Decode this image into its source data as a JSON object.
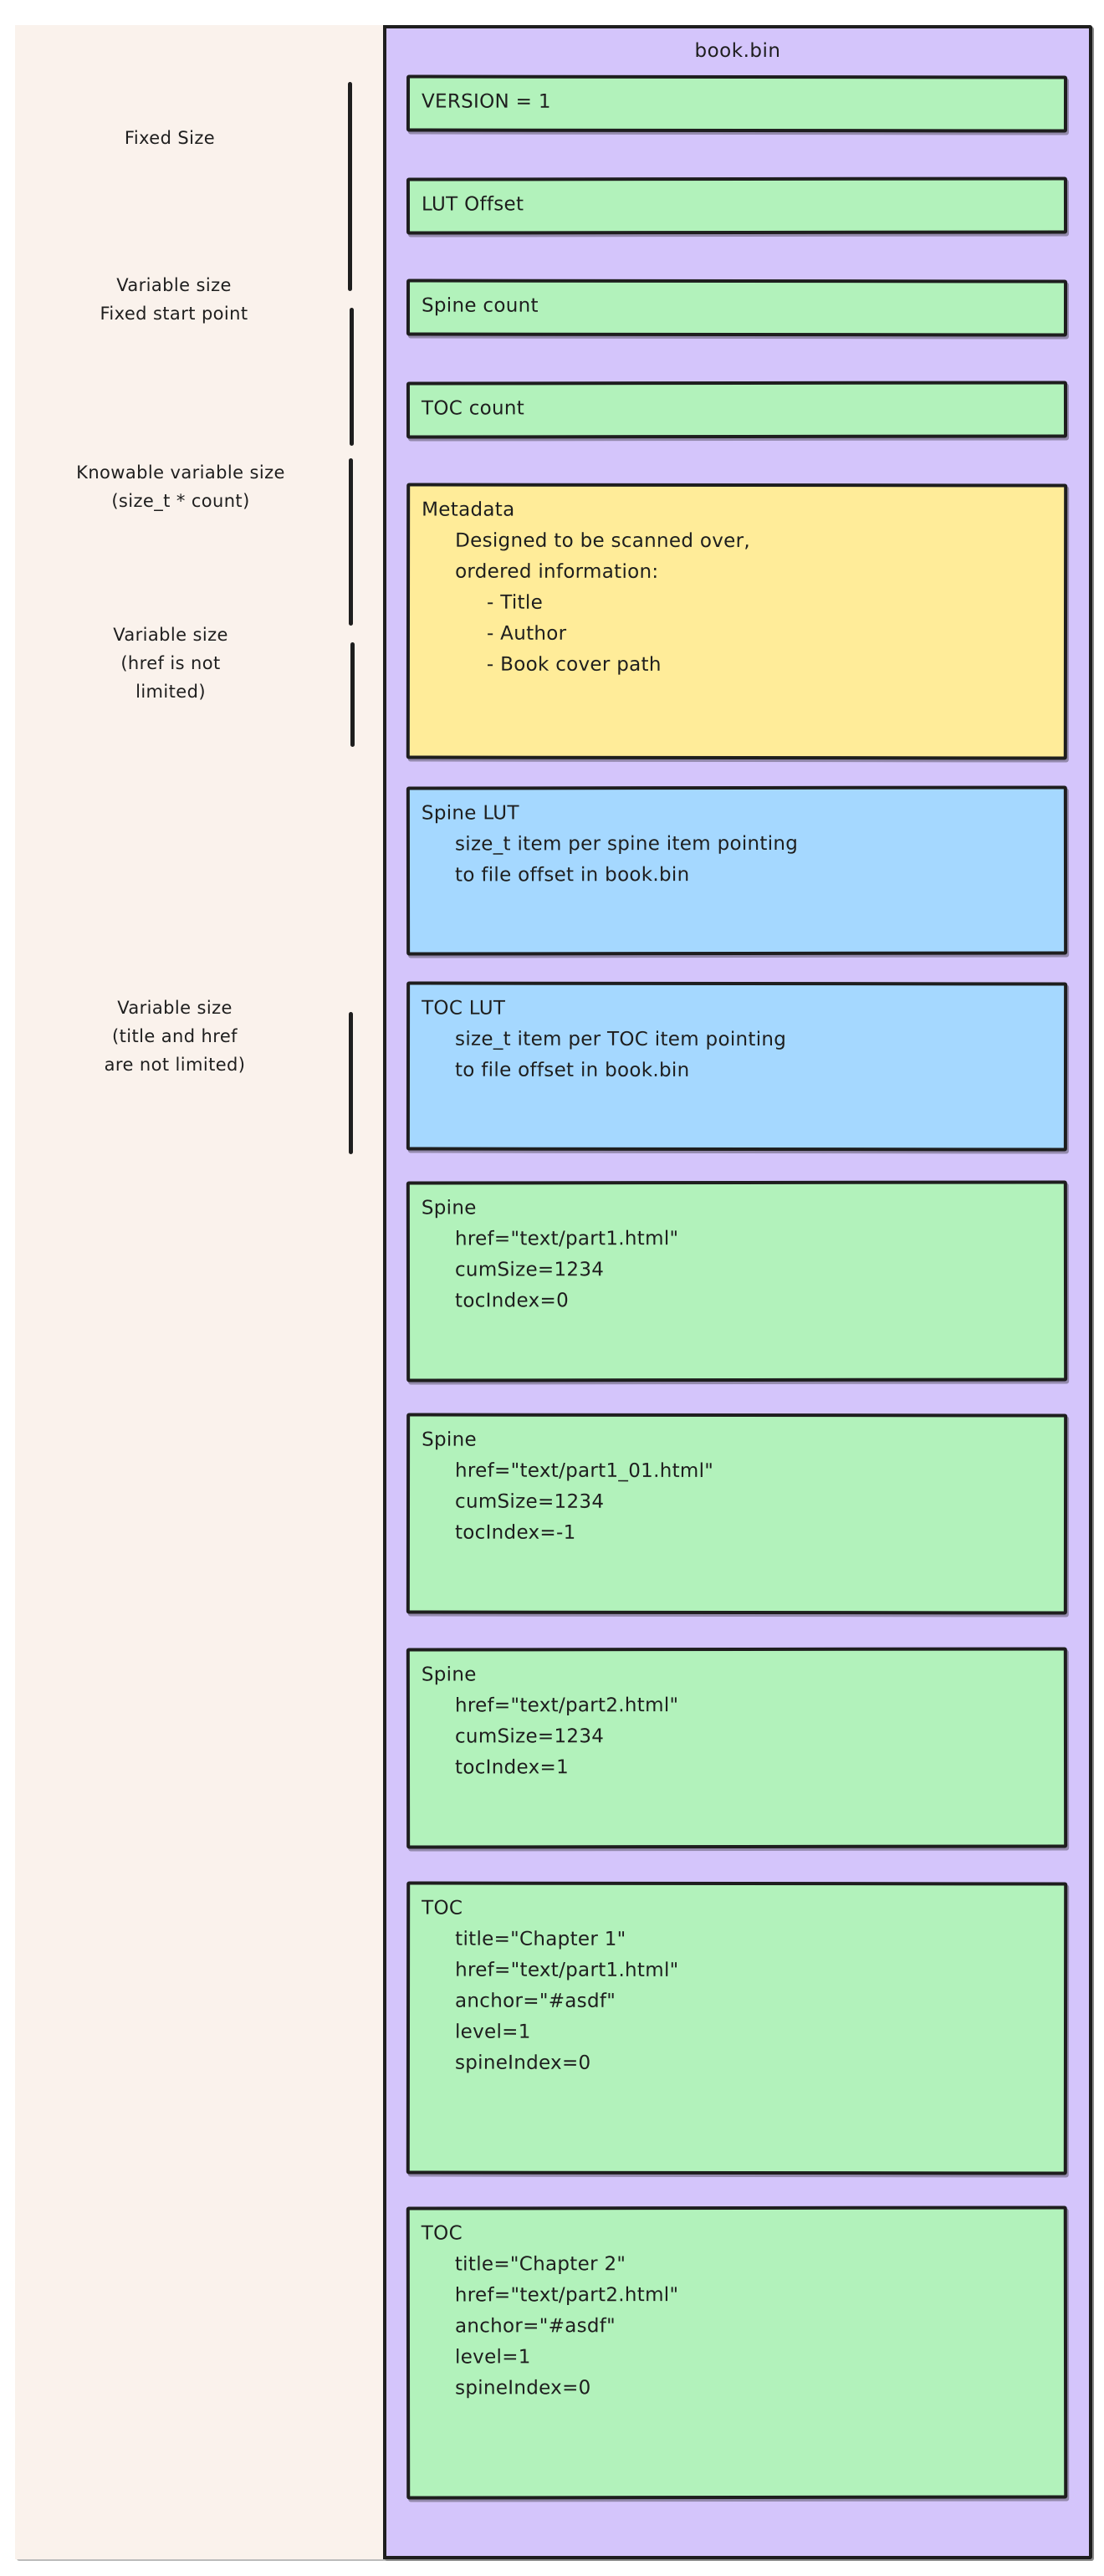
{
  "diagram": {
    "file_title": "book.bin",
    "colors": {
      "canvas": "#ffffff",
      "left_panel": "#faf2ec",
      "file_container": "#d4c5fb",
      "green_block": "#b2f2bb",
      "yellow_block": "#ffec99",
      "blue_block": "#a5d8ff",
      "stroke": "#1e1e1e"
    }
  },
  "annotations": [
    {
      "id": "fixed-size",
      "text": "Fixed Size"
    },
    {
      "id": "variable-fixed-start",
      "text": "Variable size\nFixed start point"
    },
    {
      "id": "knowable-variable-size",
      "text": "Knowable variable size\n(size_t * count)"
    },
    {
      "id": "variable-href",
      "text": "Variable size\n(href is not\nlimited)"
    },
    {
      "id": "variable-title-href",
      "text": "Variable size\n(title and href\nare not limited)"
    }
  ],
  "blocks": [
    {
      "id": "version",
      "color": "green",
      "header": "VERSION = 1",
      "lines": []
    },
    {
      "id": "lut-offset",
      "color": "green",
      "header": "LUT Offset",
      "lines": []
    },
    {
      "id": "spine-count",
      "color": "green",
      "header": "Spine count",
      "lines": []
    },
    {
      "id": "toc-count",
      "color": "green",
      "header": "TOC count",
      "lines": []
    },
    {
      "id": "metadata",
      "color": "yellow",
      "header": "Metadata",
      "lines": [
        "Designed to be scanned over,",
        "ordered information:"
      ],
      "sublines": [
        "- Title",
        "- Author",
        "- Book cover path"
      ]
    },
    {
      "id": "spine-lut",
      "color": "blue",
      "header": "Spine LUT",
      "lines": [
        "size_t item per spine item pointing",
        "to file offset in book.bin"
      ]
    },
    {
      "id": "toc-lut",
      "color": "blue",
      "header": "TOC LUT",
      "lines": [
        "size_t item per TOC item pointing",
        "to file offset in book.bin"
      ]
    },
    {
      "id": "spine-1",
      "color": "green",
      "header": "Spine",
      "lines": [
        "href=\"text/part1.html\"",
        "cumSize=1234",
        "tocIndex=0"
      ]
    },
    {
      "id": "spine-2",
      "color": "green",
      "header": "Spine",
      "lines": [
        "href=\"text/part1_01.html\"",
        "cumSize=1234",
        "tocIndex=-1"
      ]
    },
    {
      "id": "spine-3",
      "color": "green",
      "header": "Spine",
      "lines": [
        "href=\"text/part2.html\"",
        "cumSize=1234",
        "tocIndex=1"
      ]
    },
    {
      "id": "toc-1",
      "color": "green",
      "header": "TOC",
      "lines": [
        "title=\"Chapter 1\"",
        "href=\"text/part1.html\"",
        "anchor=\"#asdf\"",
        "level=1",
        "spineIndex=0"
      ]
    },
    {
      "id": "toc-2",
      "color": "green",
      "header": "TOC",
      "lines": [
        "title=\"Chapter 2\"",
        "href=\"text/part2.html\"",
        "anchor=\"#asdf\"",
        "level=1",
        "spineIndex=0"
      ]
    }
  ]
}
